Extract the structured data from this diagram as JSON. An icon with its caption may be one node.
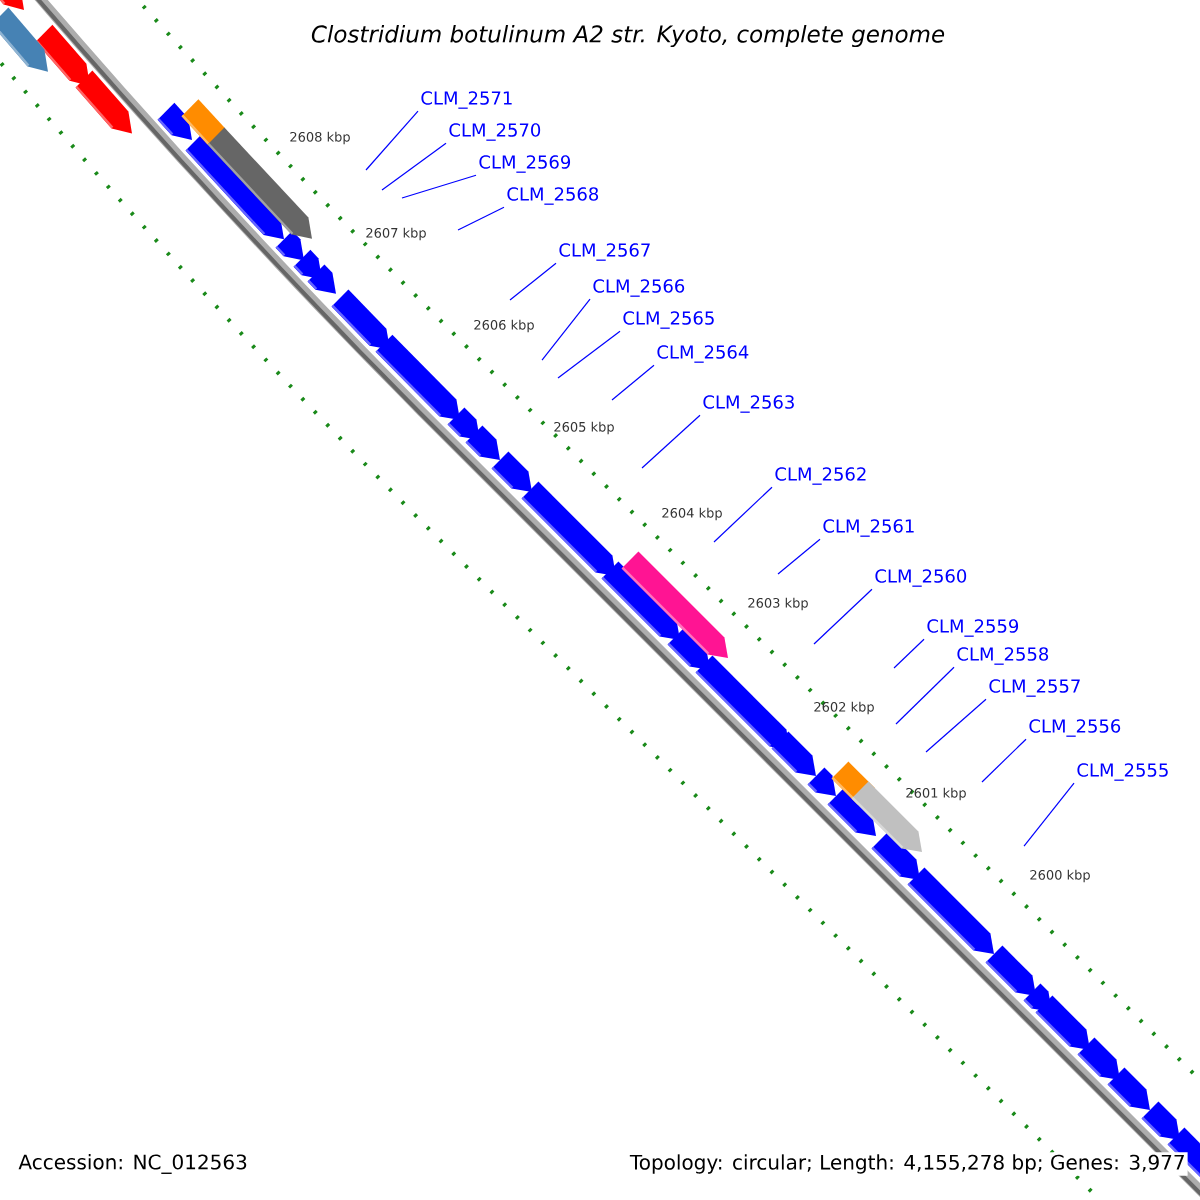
{
  "diagram": {
    "title": "Clostridium botulinum A2 str. Kyoto, complete genome",
    "nodes": [
      {
        "text": [
          "CLM_2571"
        ]
      },
      {
        "text": [
          "CLM_2570"
        ]
      },
      {
        "text": [
          "CLM_2569"
        ]
      },
      {
        "text": [
          "CLM_2568"
        ]
      },
      {
        "text": [
          "CLM_2567"
        ]
      },
      {
        "text": [
          "CLM_2566"
        ]
      },
      {
        "text": [
          "CLM_2565"
        ]
      },
      {
        "text": [
          "CLM_2564"
        ]
      },
      {
        "text": [
          "CLM_2563"
        ]
      },
      {
        "text": [
          "CLM_2562"
        ]
      },
      {
        "text": [
          "CLM_2561"
        ]
      },
      {
        "text": [
          "CLM_2560"
        ]
      },
      {
        "text": [
          "CLM_2559"
        ]
      },
      {
        "text": [
          "CLM_2558"
        ]
      },
      {
        "text": [
          "CLM_2557"
        ]
      },
      {
        "text": [
          "CLM_2556"
        ]
      },
      {
        "text": [
          "CLM_2555"
        ]
      }
    ],
    "edges": [
      {
        "from": 0,
        "to": null,
        "arrow": "none"
      },
      {
        "from": 1,
        "to": null,
        "arrow": "none"
      },
      {
        "from": 2,
        "to": null,
        "arrow": "none"
      },
      {
        "from": 3,
        "to": null,
        "arrow": "none"
      },
      {
        "from": 4,
        "to": null,
        "arrow": "none"
      },
      {
        "from": 5,
        "to": null,
        "arrow": "none"
      },
      {
        "from": 6,
        "to": null,
        "arrow": "none"
      },
      {
        "from": 7,
        "to": null,
        "arrow": "none"
      },
      {
        "from": 8,
        "to": null,
        "arrow": "none"
      },
      {
        "from": 9,
        "to": null,
        "arrow": "none"
      },
      {
        "from": 10,
        "to": null,
        "arrow": "none"
      },
      {
        "from": 11,
        "to": null,
        "arrow": "none"
      },
      {
        "from": 12,
        "to": null,
        "arrow": "none"
      },
      {
        "from": 13,
        "to": null,
        "arrow": "none"
      },
      {
        "from": 14,
        "to": null,
        "arrow": "none"
      },
      {
        "from": 15,
        "to": null,
        "arrow": "none"
      },
      {
        "from": 16,
        "to": null,
        "arrow": "none"
      }
    ],
    "labels": [
      "2608 kbp",
      "2607 kbp",
      "2606 kbp",
      "2605 kbp",
      "2604 kbp",
      "2603 kbp",
      "2602 kbp",
      "2601 kbp",
      "2600 kbp",
      "Accession: NC_012563",
      "Topology: circular; Length: 4,155,278 bp; Genes: 3,977"
    ]
  }
}
